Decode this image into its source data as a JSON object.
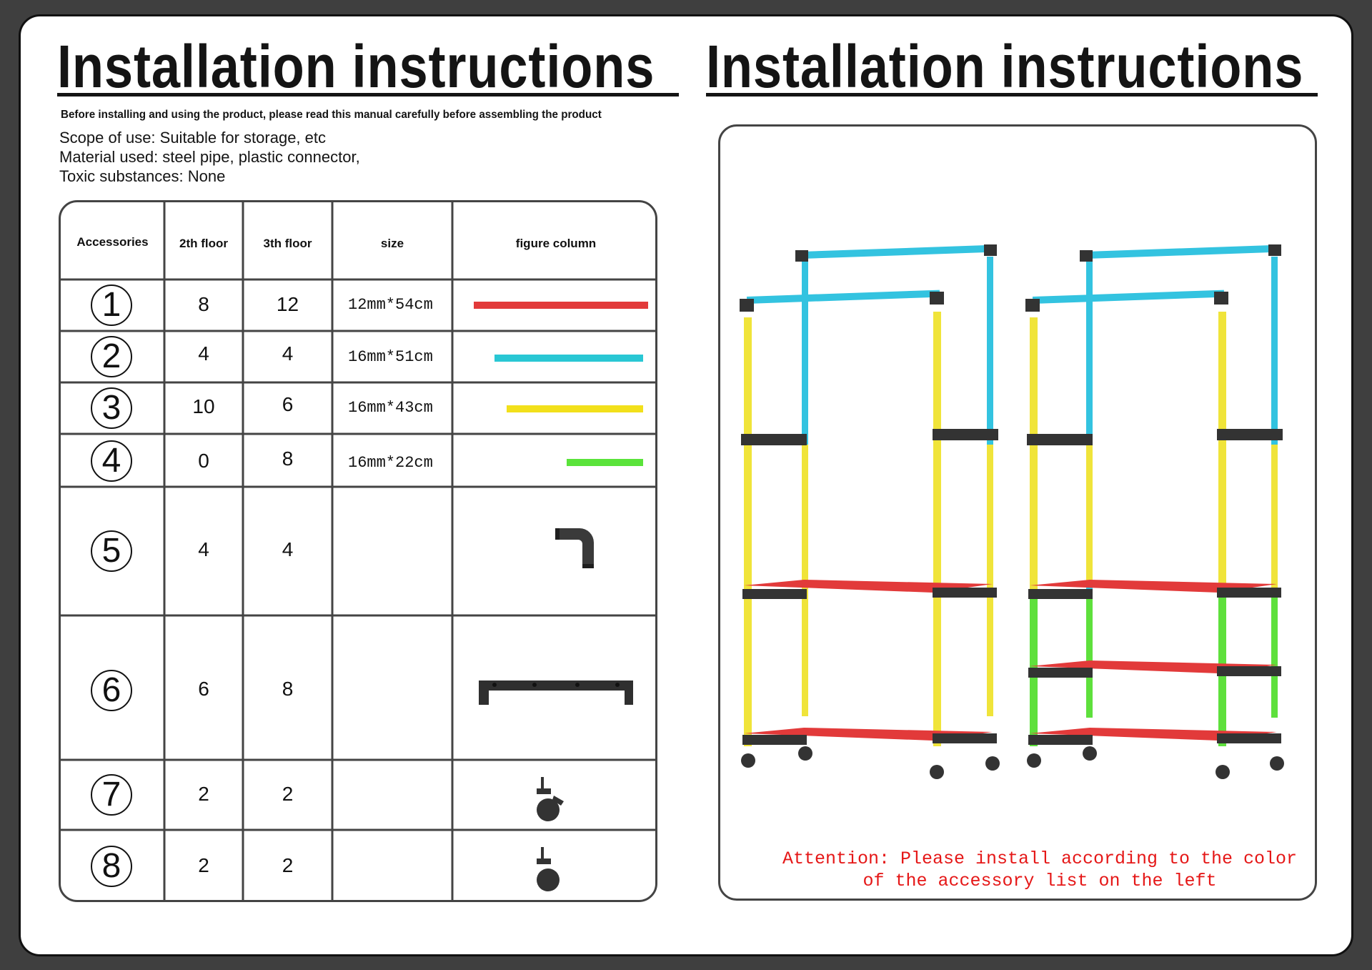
{
  "page": {
    "title_left": "Installation instructions",
    "title_right": "Installation instructions",
    "notice": "Before installing and using the product, please read this manual carefully before assembling the product",
    "info": [
      "Scope of use: Suitable for storage, etc",
      "Material used: steel pipe, plastic connector,",
      "Toxic substances: None"
    ]
  },
  "table": {
    "headers": [
      "Accessories",
      "2th floor",
      "3th floor",
      "size",
      "figure column"
    ],
    "rows": [
      {
        "num": "1",
        "floor2": "8",
        "floor3": "12",
        "size": "12mm*54cm",
        "figure": "red-tube",
        "color": "#e23a3a"
      },
      {
        "num": "2",
        "floor2": "4",
        "floor3": "4",
        "size": "16mm*51cm",
        "figure": "cyan-tube",
        "color": "#29c7d4"
      },
      {
        "num": "3",
        "floor2": "10",
        "floor3": "6",
        "size": "16mm*43cm",
        "figure": "yellow-tube",
        "color": "#f2e01b"
      },
      {
        "num": "4",
        "floor2": "0",
        "floor3": "8",
        "size": "16mm*22cm",
        "figure": "green-tube",
        "color": "#5ae33a"
      },
      {
        "num": "5",
        "floor2": "4",
        "floor3": "4",
        "size": "",
        "figure": "elbow-connector-icon"
      },
      {
        "num": "6",
        "floor2": "6",
        "floor3": "8",
        "size": "",
        "figure": "shelf-connector-icon"
      },
      {
        "num": "7",
        "floor2": "2",
        "floor3": "2",
        "size": "",
        "figure": "caster-with-brake-icon"
      },
      {
        "num": "8",
        "floor2": "2",
        "floor3": "2",
        "size": "",
        "figure": "caster-wheel-icon"
      }
    ]
  },
  "illustration": {
    "left_rack": "2-tier clothes rack",
    "right_rack": "3-tier clothes rack",
    "attention_line1": "Attention: Please install according to the color",
    "attention_line2": "of the accessory list on the left"
  },
  "colors": {
    "red": "#e23a3a",
    "cyan": "#33c3e0",
    "yellow": "#f0e43a",
    "green": "#5ee03c",
    "connector": "#333333"
  }
}
